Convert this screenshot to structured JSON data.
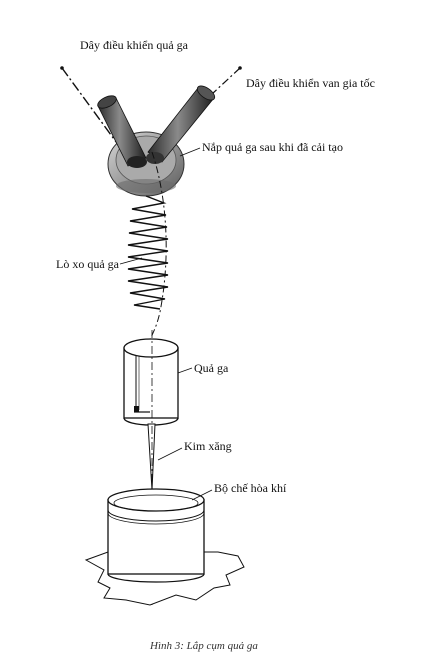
{
  "labels": {
    "throttle_cable": "Dây điều khiển quả ga",
    "accel_valve_cable": "Dây điều khiển van gia tốc",
    "modified_cap": "Nắp quả ga sau khi đã cải tạo",
    "spring": "Lò xo quả ga",
    "slide": "Quả ga",
    "needle": "Kim xăng",
    "carburetor": "Bộ chế hòa khí"
  },
  "caption": "Hình 3: Lắp cụm quả ga"
}
